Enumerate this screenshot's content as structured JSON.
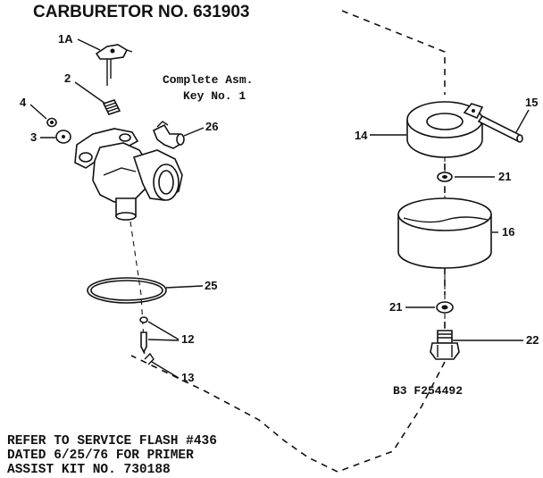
{
  "title": "CARBURETOR NO. 631903",
  "assembly": {
    "line1": "Complete Asm.",
    "line2": "Key No. 1"
  },
  "figure_code": "B3 F254492",
  "service_note": {
    "line1": "REFER TO SERVICE FLASH #436",
    "line2": "DATED 6/25/76 FOR PRIMER",
    "line3": "ASSIST KIT NO. 730188"
  },
  "part_labels": {
    "p1a": "1A",
    "p2": "2",
    "p3": "3",
    "p4": "4",
    "p12": "12",
    "p13": "13",
    "p14": "14",
    "p15": "15",
    "p16": "16",
    "p21a": "21",
    "p21b": "21",
    "p22": "22",
    "p25": "25",
    "p26": "26"
  }
}
